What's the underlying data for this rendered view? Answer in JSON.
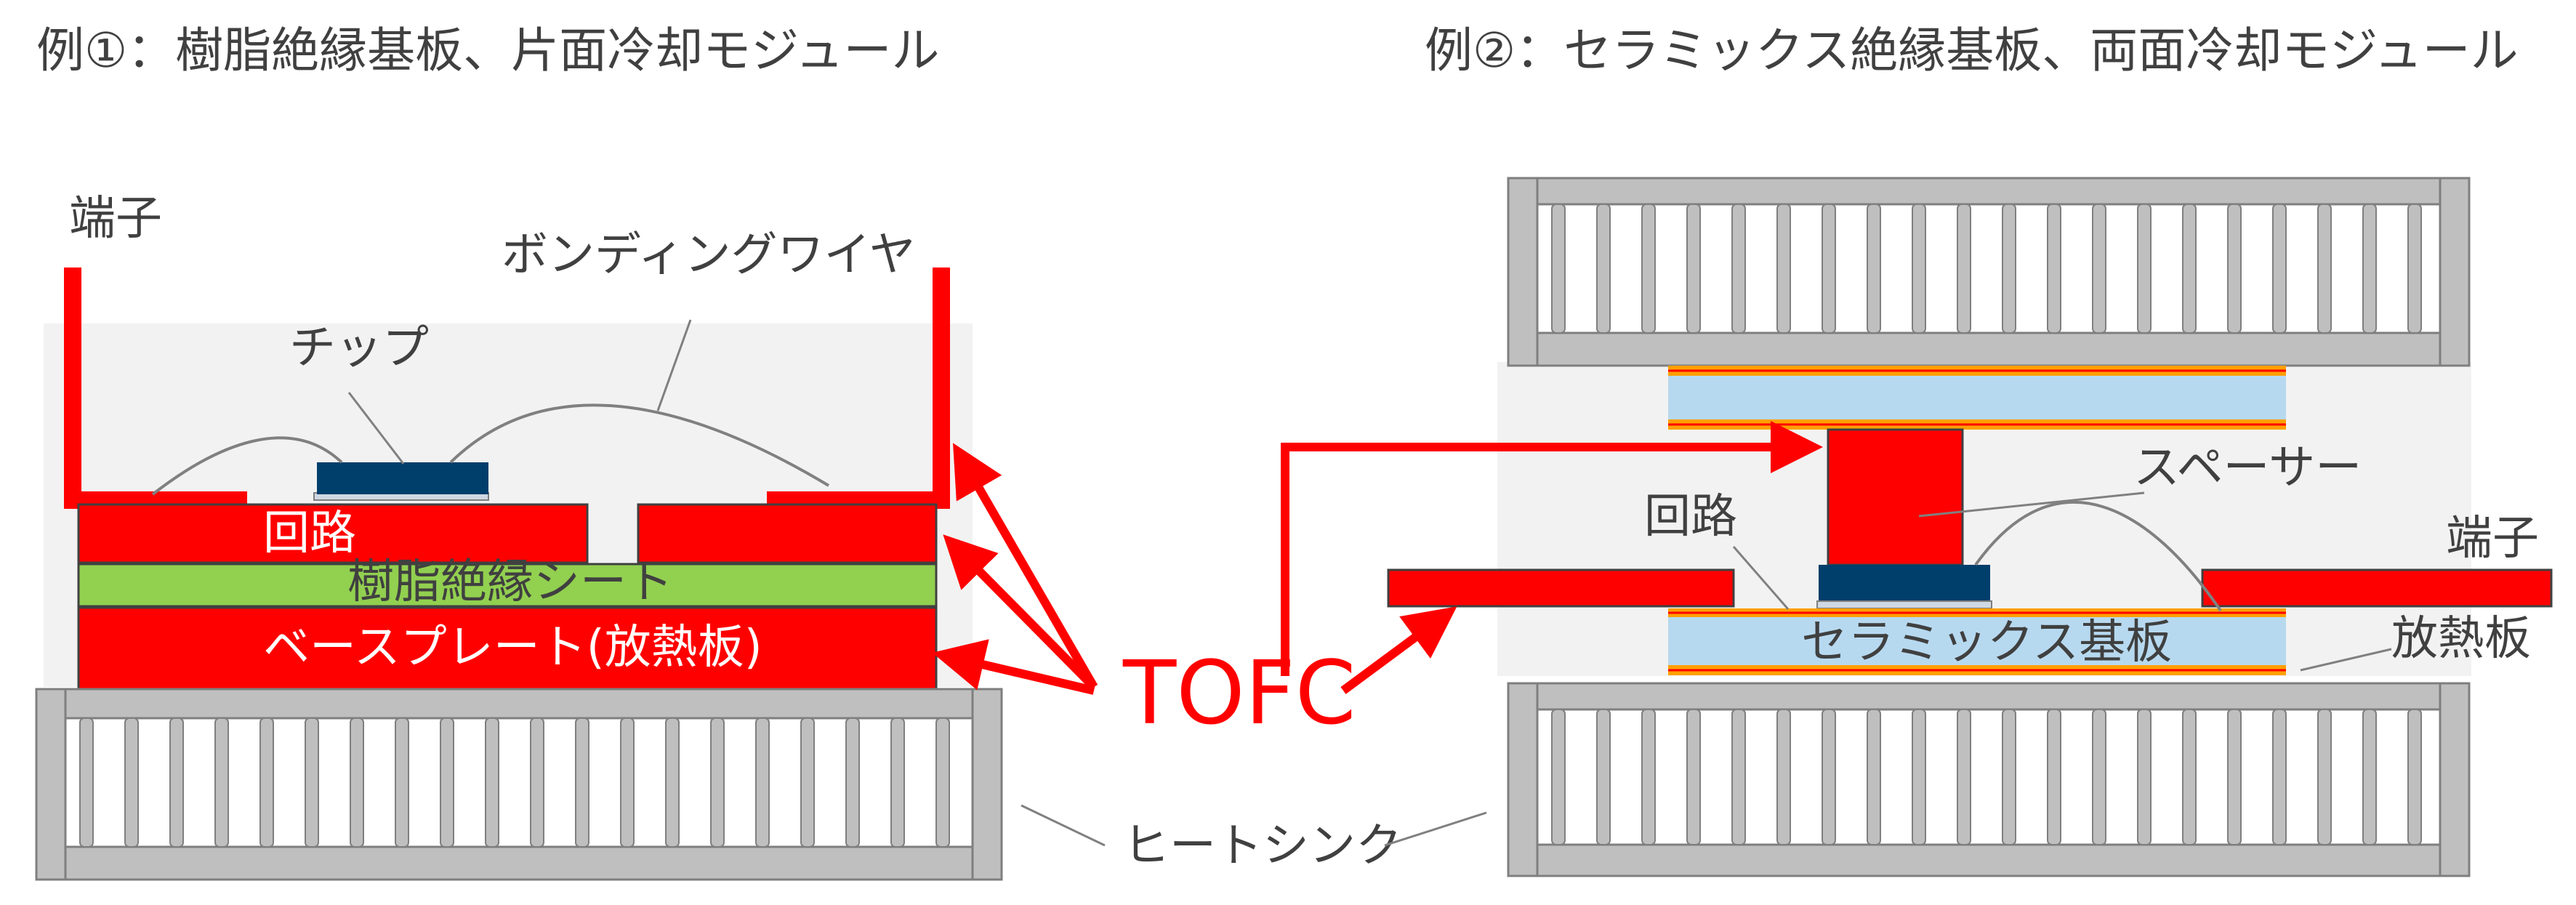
{
  "titles": {
    "left": "例①：樹脂絶縁基板、片面冷却モジュール",
    "right": "例②：セラミックス絶縁基板、両面冷却モジュール"
  },
  "left": {
    "terminal": "端子",
    "bonding_wire": "ボンディングワイヤ",
    "chip": "チップ",
    "circuit": "回路",
    "resin_sheet": "樹脂絶縁シート",
    "base_plate": "ベースプレート(放熱板)"
  },
  "right": {
    "spacer": "スペーサー",
    "circuit": "回路",
    "terminal": "端子",
    "ceramic_substrate": "セラミックス基板",
    "heat_spreader": "放熱板"
  },
  "shared": {
    "tofc": "TOFC",
    "heat_sink": "ヒートシンク"
  },
  "colors": {
    "red": "#ff0000",
    "green": "#92d050",
    "chip": "#003e6b",
    "heat_sink_gray": "#bfbfbf",
    "encapsulant": "#f2f2f2",
    "ceramic": "#b7d9f0",
    "bond_layer": "#ffa000"
  }
}
